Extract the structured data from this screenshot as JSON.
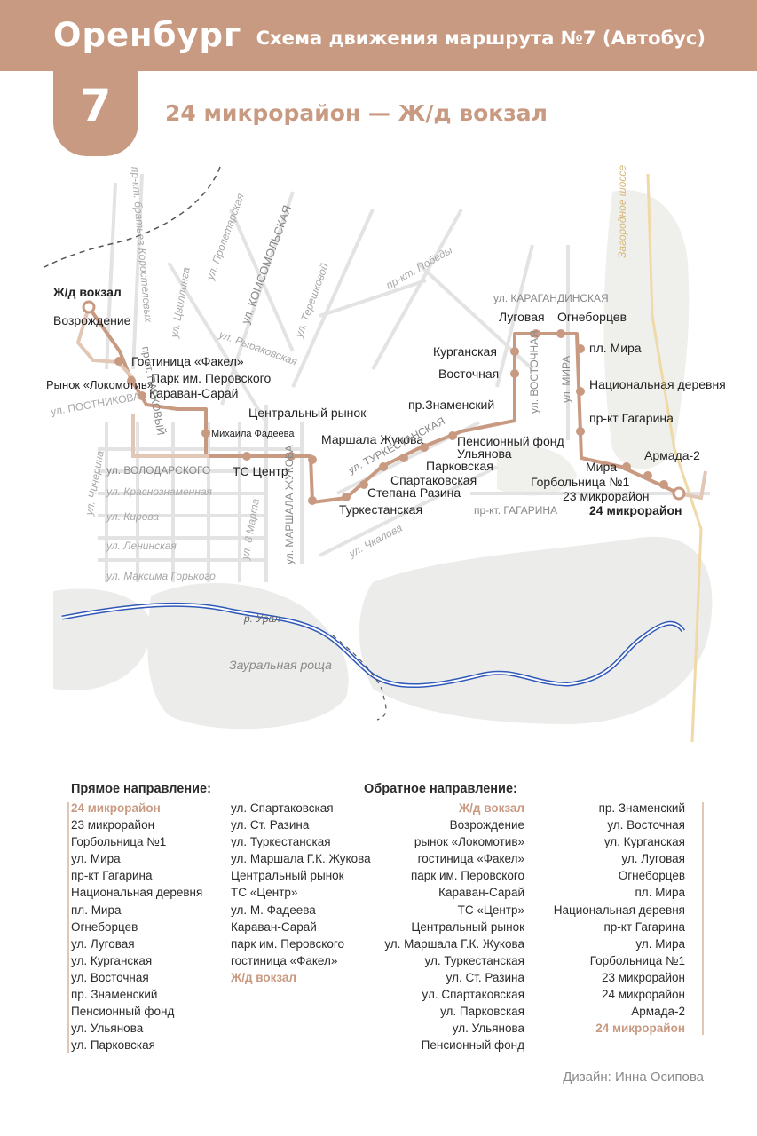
{
  "header": {
    "city": "Оренбург",
    "scheme_title": "Схема движения маршрута №7 (Автобус)",
    "route_number": "7",
    "route_name": "24 микрорайон — Ж/д вокзал"
  },
  "map": {
    "stops": {
      "zhd_vokzal": "Ж/д вокзал",
      "vozrozhdenie": "Возрождение",
      "rynok_lokomotiv": "Рынок «Локомотив»",
      "gostinitsa_fakel": "Гостиница «Факел»",
      "park_perovskogo": "Парк им. Перовского",
      "karavan_saray": "Караван-Сарай",
      "mikhaila_fadeeva": "Михаила Фадеева",
      "ts_tsentr": "ТС Центр",
      "tsentralny_rynok": "Центральный рынок",
      "marshala_zhukova": "Маршала Жукова",
      "turkestanskaya": "Туркестанская",
      "stepana_razina": "Степана Разина",
      "spartakovskaya": "Спартаковская",
      "parkovskaya": "Парковская",
      "ulyanova": "Ульянова",
      "pensionny_fond": "Пенсионный фонд",
      "pr_znamensky": "пр.Знаменский",
      "vostochnaya": "Восточная",
      "kurganskaya": "Курганская",
      "lugovaya": "Луговая",
      "ogneborcev": "Огнеборцев",
      "pl_mira": "пл. Мира",
      "natsionalnaya_derevnya": "Национальная деревня",
      "pr_gagarina": "пр-кт Гагарина",
      "mira": "Мира",
      "gorbolnitsa": "Горбольница №1",
      "mkr23": "23 микрорайон",
      "mkr24": "24 микрорайон",
      "armada2": "Армада-2"
    },
    "streets": {
      "postnikova": "ул. ПОСТНИКОВА",
      "volodarskogo": "ул. ВОЛОДАРСКОГО",
      "krasnoznamennaya": "ул. Краснознаменная",
      "kirova": "ул. Кирова",
      "leninskaya": "ул. Ленинская",
      "maksima_gorkogo": "ул. Максима Горького",
      "chicherina": "ул. Чичерина",
      "8_marta": "ул. 8 Марта",
      "marshala_zhukova": "ул. МАРШАЛА ЖУКОВА",
      "turkestanskaya": "ул. ТУРКЕСТАНСКАЯ",
      "chkalova": "ул. Чкалова",
      "gagarina": "пр-кт. ГАГАРИНА",
      "vostochnaya": "ул. ВОСТОЧНАЯ",
      "mira": "ул. МИРА",
      "karagandinskaya": "ул. КАРАГАНДИНСКАЯ",
      "pobedy": "пр-кт. Победы",
      "tereshkovoy": "ул. Терешковой",
      "rybakovskaya": "ул. Рыбаковская",
      "komsomolskaya": "ул. КОМСОМОЛЬСКАЯ",
      "proletarskaya": "ул. Пролетарская",
      "tsvillinga": "ул. Цвиллинга",
      "pr_parkovy": "пр-кт. ПАРКОВЫЙ",
      "pr_bratiev": "пр-кт. братьев Коростелевых",
      "zagorodnoe": "Загородное шоссе"
    },
    "places": {
      "ural": "р. Урал",
      "zauralnaya": "Зауральная роща"
    },
    "colors": {
      "route": "#c99a82",
      "road": "#e6e6e6",
      "park": "#ebebe7",
      "river": "#2f58b8"
    }
  },
  "forward": {
    "title": "Прямое направление:",
    "col1": [
      "24 микрорайон",
      "23 микрорайон",
      "Горбольница №1",
      "ул. Мира",
      "пр-кт Гагарина",
      "Национальная деревня",
      "пл. Мира",
      "Огнеборцев",
      "ул. Луговая",
      "ул. Курганская",
      "ул. Восточная",
      "пр. Знаменский",
      "Пенсионный фонд",
      "ул. Ульянова",
      "ул. Парковская"
    ],
    "col2": [
      "ул. Спартаковская",
      "ул. Ст. Разина",
      "ул. Туркестанская",
      "ул. Маршала Г.К. Жукова",
      "Центральный рынок",
      "ТС «Центр»",
      "ул. М. Фадеева",
      "Караван-Сарай",
      "парк им. Перовского",
      "гостиница «Факел»",
      "Ж/д вокзал"
    ]
  },
  "backward": {
    "title": "Обратное направление:",
    "col1": [
      "Ж/д вокзал",
      "Возрождение",
      "рынок «Локомотив»",
      "гостиница «Факел»",
      "парк им. Перовского",
      "Караван-Сарай",
      "ТС «Центр»",
      "Центральный рынок",
      "ул. Маршала Г.К. Жукова",
      "ул. Туркестанская",
      "ул. Ст. Разина",
      "ул. Спартаковская",
      "ул. Парковская",
      "ул. Ульянова",
      "Пенсионный фонд"
    ],
    "col2": [
      "пр. Знаменский",
      "ул. Восточная",
      "ул. Курганская",
      "ул. Луговая",
      "Огнеборцев",
      "пл. Мира",
      "Национальная деревня",
      "пр-кт Гагарина",
      "ул. Мира",
      "Горбольница №1",
      "23 микрорайон",
      "24 микрорайон",
      "Армада-2",
      "24 микрорайон"
    ]
  },
  "footer": {
    "design": "Дизайн: Инна Осипова"
  }
}
